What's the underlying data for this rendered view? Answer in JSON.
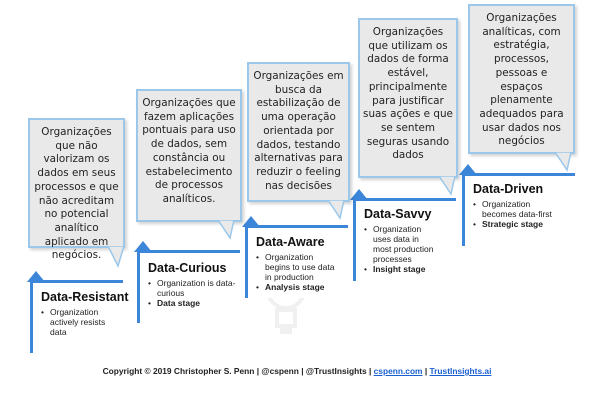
{
  "stages": [
    {
      "title": "Data-Resistant",
      "desc": "Organization actively resists data",
      "tag": ""
    },
    {
      "title": "Data-Curious",
      "desc": "Organization is data-curious",
      "tag": "Data stage"
    },
    {
      "title": "Data-Aware",
      "desc": "Organization begins to use data in production",
      "tag": "Analysis stage"
    },
    {
      "title": "Data-Savvy",
      "desc": "Organization uses data in most production processes",
      "tag": "Insight stage"
    },
    {
      "title": "Data-Driven",
      "desc": "Organization becomes data-first",
      "tag": "Strategic stage"
    }
  ],
  "callouts": [
    "Organizações que não valorizam os dados em seus processos e que não acreditam no potencial analítico aplicado em negócios.",
    "Organizações que fazem aplicações pontuais para uso de dados, sem constância ou estabelecimento de processos analíticos.",
    "Organizações em busca da estabilização de uma operação orientada por dados, testando alternativas para reduzir o feeling nas decisões",
    "Organizações que utilizam os dados de forma estável, principalmente para justificar suas ações e que se sentem seguras usando dados",
    "Organizações analíticas, com estratégia, processos, pessoas e espaços plenamente adequados para usar dados nos negócios"
  ],
  "footer": {
    "copyright": "Copyright © 2019 Christopher S. Penn | @cspenn | @TrustInsights |",
    "link1": "cspenn.com",
    "sep": "|",
    "link2": "TrustInsights.ai"
  },
  "colors": {
    "accent": "#3b86d8",
    "callout_bg": "#e9e9e9",
    "callout_border": "#9ac7ea"
  }
}
